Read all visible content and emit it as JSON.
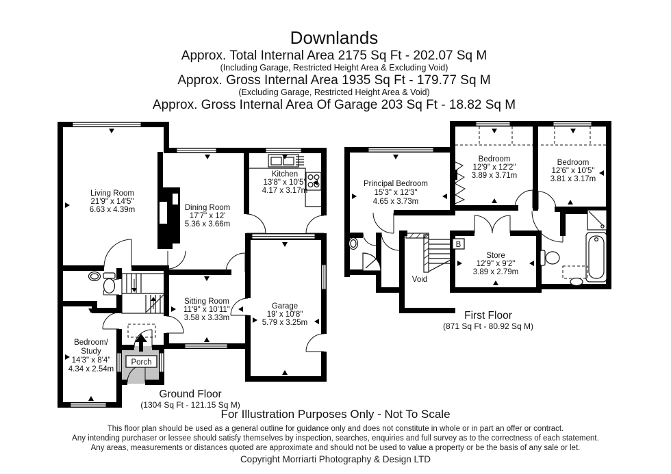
{
  "header": {
    "title": "Downlands",
    "line1": "Approx. Total Internal Area   2175 Sq Ft  -  202.07 Sq M",
    "note1": "(Including Garage, Restricted Height Area & Excluding Void)",
    "line2": "Approx. Gross Internal Area   1935 Sq Ft  -  179.77 Sq M",
    "note2": "(Excluding Garage, Restricted Height Area & Void)",
    "line3": "Approx. Gross Internal Area Of Garage  203 Sq Ft  -  18.82 Sq M"
  },
  "ground": {
    "label": "Ground Floor",
    "area": "(1304 Sq Ft  -  121.15 Sq M)",
    "rooms": {
      "living": {
        "name": "Living Room",
        "imperial": "21'9\" x 14'5\"",
        "metric": "6.63 x 4.39m"
      },
      "dining": {
        "name": "Dining Room",
        "imperial": "17'7\" x 12'",
        "metric": "5.36 x 3.66m"
      },
      "kitchen": {
        "name": "Kitchen",
        "imperial": "13'8\" x 10'5\"",
        "metric": "4.17 x 3.17m"
      },
      "sitting": {
        "name": "Sitting Room",
        "imperial": "11'9\" x 10'11\"",
        "metric": "3.58 x 3.33m"
      },
      "garage": {
        "name": "Garage",
        "imperial": "19' x 10'8\"",
        "metric": "5.79 x 3.25m"
      },
      "bedstudy": {
        "name_line1": "Bedroom/",
        "name_line2": "Study",
        "imperial": "14'3\" x 8'4\"",
        "metric": "4.34 x 2.54m"
      },
      "porch": {
        "name": "Porch"
      }
    }
  },
  "first": {
    "label": "First Floor",
    "area": "(871 Sq Ft  -  80.92 Sq M)",
    "rooms": {
      "principal": {
        "name": "Principal Bedroom",
        "imperial": "15'3\" x 12'3\"",
        "metric": "4.65 x 3.73m"
      },
      "bedroom2": {
        "name": "Bedroom",
        "imperial": "12'9\" x 12'2\"",
        "metric": "3.89 x 3.71m"
      },
      "bedroom3": {
        "name": "Bedroom",
        "imperial": "12'6\" x 10'5\"",
        "metric": "3.81 x 3.17m"
      },
      "store": {
        "name": "Store",
        "imperial": "12'9\" x 9'2\"",
        "metric": "3.89 x 2.79m"
      },
      "void_label": "Void",
      "boiler": "B"
    }
  },
  "footer": {
    "notice": "For Illustration Purposes Only - Not To Scale",
    "line1": "This floor plan should be used as a general outline for guidance only and does not constitute in whole or in part an offer or contract.",
    "line2": "Any intending purchaser or lessee should satisfy themselves by inspection, searches, enquiries and full survey as to the correctness of each statement.",
    "line3": "Any areas, measurements or distances quoted are approximate and should not be used to value a property or be the basis of any sale or let.",
    "copyright": "Copyright Morriarti Photography & Design LTD"
  },
  "colors": {
    "wall": "#000000",
    "porch_fill": "#c4c4c4",
    "background": "#ffffff"
  }
}
